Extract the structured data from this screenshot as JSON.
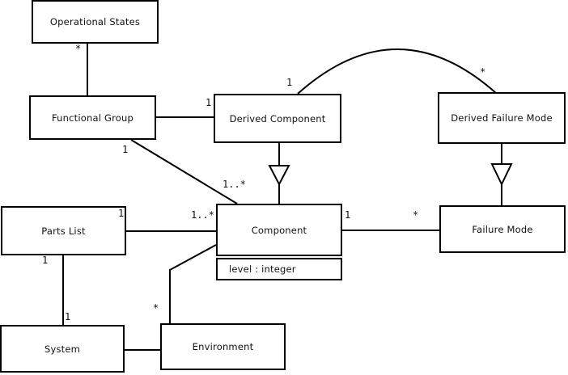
{
  "diagram": {
    "nodes": {
      "operational_states": "Operational States",
      "functional_group": "Functional Group",
      "derived_component": "Derived Component",
      "derived_failure_mode": "Derived Failure Mode",
      "parts_list": "Parts List",
      "component": "Component",
      "component_attribute": "level : integer",
      "failure_mode": "Failure Mode",
      "system": "System",
      "environment": "Environment"
    },
    "multiplicities": {
      "operational_states_end": "*",
      "derived_component_assoc_end": "1",
      "arc_derived_component_end": "1",
      "arc_derived_failure_mode_end": "*",
      "functional_group_end": "1",
      "component_from_group_end": "1..*",
      "parts_list_corner_end": "1",
      "component_from_parts_end": "1..*",
      "component_to_failure_end": "1",
      "failure_mode_end": "*",
      "parts_list_bottom_end": "1",
      "system_top_end": "1",
      "environment_top_end": "*"
    }
  }
}
